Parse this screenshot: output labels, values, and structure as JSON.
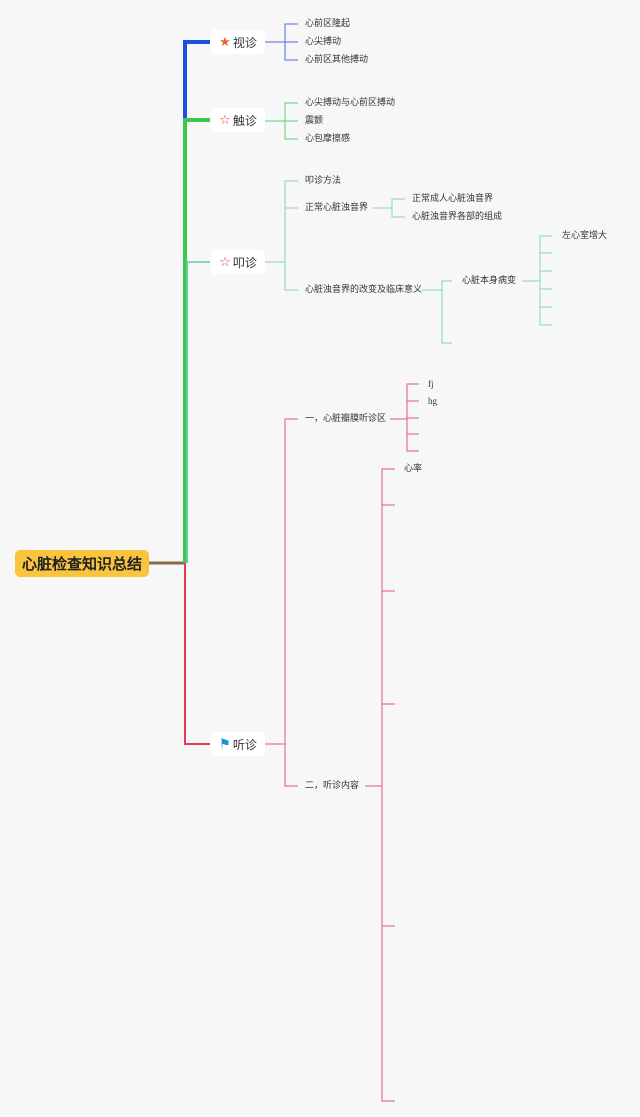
{
  "root": "心脏检查知识总结",
  "colors": {
    "root": "#f9c43e",
    "inspection": "#1a4fe0",
    "palpation": "#3cc84e",
    "percussion": "#5ccf9a",
    "auscultation": "#e8385a"
  },
  "branches": {
    "inspection": {
      "label": "视诊",
      "icon": "star-filled-icon",
      "children": [
        "心前区隆起",
        "心尖搏动",
        "心前区其他搏动"
      ]
    },
    "palpation": {
      "label": "触诊",
      "icon": "star-outline-icon",
      "children": [
        "心尖搏动与心前区搏动",
        "震颤",
        "心包摩擦感"
      ]
    },
    "percussion": {
      "label": "叩诊",
      "icon": "star-outline-icon",
      "children": [
        {
          "label": "叩诊方法"
        },
        {
          "label": "正常心脏浊音界",
          "children": [
            "正常成人心脏浊音界",
            "心脏浊音界各部的组成"
          ]
        },
        {
          "label": "心脏浊音界的改变及临床意义",
          "children": [
            {
              "label": "心脏本身病变",
              "children": [
                "左心室增大"
              ]
            }
          ]
        }
      ]
    },
    "auscultation": {
      "label": "听诊",
      "icon": "flag-icon",
      "children": [
        {
          "label": "一，心脏瓣膜听诊区",
          "children": [
            "fj",
            "hg"
          ]
        },
        {
          "label": "二，听诊内容",
          "children": [
            "心率"
          ]
        }
      ]
    }
  }
}
